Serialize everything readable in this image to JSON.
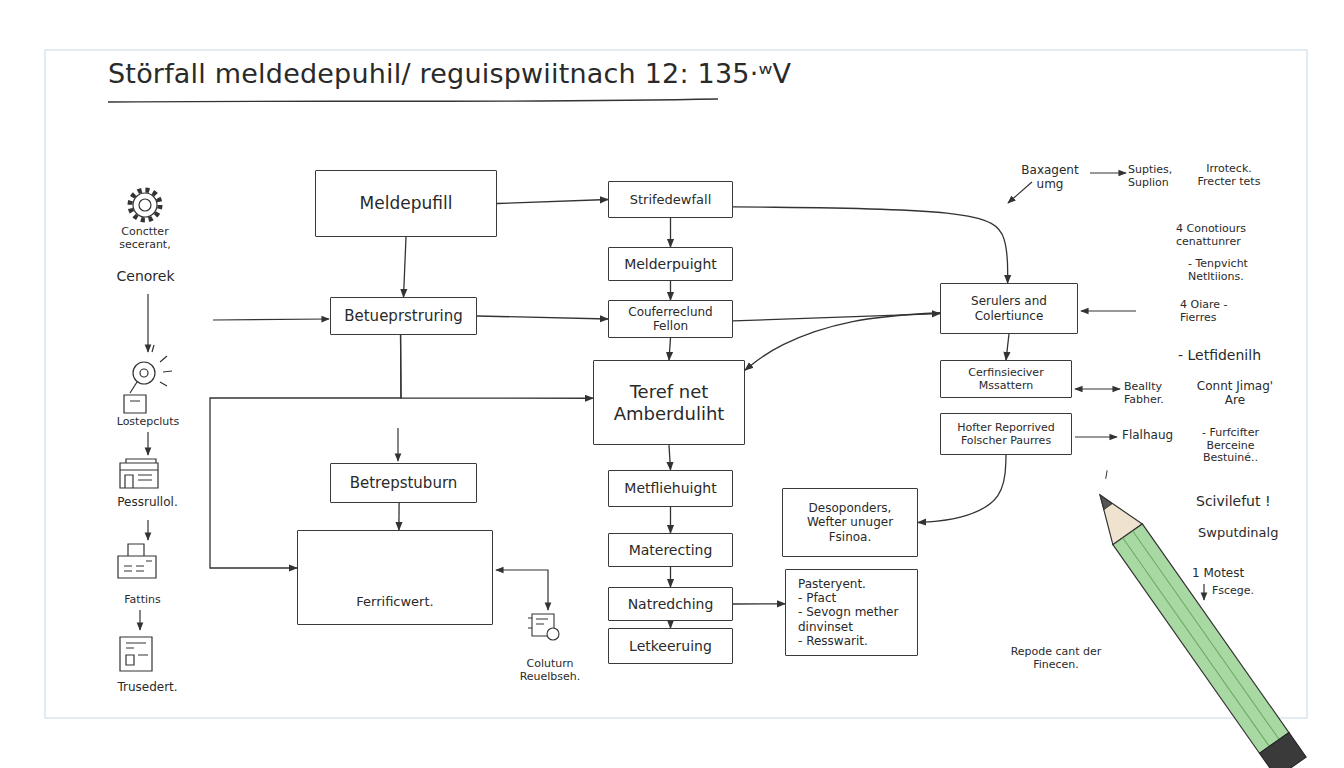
{
  "diagram": {
    "title": "Störfall meldedepuhil/ reguispwiitnach 12: 135·ʷV",
    "nodes": [
      {
        "text": [
          "Meldepufill"
        ]
      },
      {
        "text": [
          "Strifedewfall"
        ]
      },
      {
        "text": [
          "Melderpuight"
        ]
      },
      {
        "text": [
          "Betueprstruring"
        ]
      },
      {
        "text": [
          "Couferreclund Fellon"
        ]
      },
      {
        "text": [
          "Teref net Amberduliht"
        ]
      },
      {
        "text": [
          "Serulers and Colertiunce"
        ]
      },
      {
        "text": [
          "Cerfinsieciver Mssattern"
        ]
      },
      {
        "text": [
          "Hofter Reporrived Folscher Paurres"
        ]
      },
      {
        "text": [
          "Betrepstuburn"
        ]
      },
      {
        "text": [
          "Metfliehuight"
        ]
      },
      {
        "text": [
          "Ferrificwert."
        ]
      },
      {
        "text": [
          "Desoponders,",
          "Wefter unuger Fsinoa."
        ]
      },
      {
        "text": [
          "Materecting"
        ]
      },
      {
        "text": [
          "Natredching"
        ]
      },
      {
        "text": [
          "Pasteryent.",
          "- Pfact",
          "- Sevogn mether dinvinset",
          "- Resswarit."
        ]
      },
      {
        "text": [
          "Letkeeruing"
        ]
      }
    ],
    "edges": [
      {
        "from": 0,
        "to": 1,
        "arrow": "to"
      },
      {
        "from": 0,
        "to": 3,
        "arrow": "to"
      },
      {
        "from": 1,
        "to": 2,
        "arrow": "to"
      },
      {
        "from": 2,
        "to": 4,
        "arrow": "to"
      },
      {
        "from": 3,
        "to": 4,
        "arrow": "to"
      },
      {
        "from": 4,
        "to": 5,
        "arrow": "to"
      },
      {
        "from": 4,
        "to": 6,
        "arrow": "to"
      },
      {
        "from": 1,
        "to": 6,
        "arrow": "to"
      },
      {
        "from": 6,
        "to": 5,
        "arrow": "to"
      },
      {
        "from": 6,
        "to": 7,
        "arrow": "to"
      },
      {
        "from": 8,
        "to": 12,
        "arrow": "to"
      },
      {
        "from": 3,
        "to": 5,
        "arrow": "to"
      },
      {
        "from": 3,
        "to": 11,
        "arrow": "to"
      },
      {
        "from": 9,
        "to": 11,
        "arrow": "to"
      },
      {
        "from": 5,
        "to": 10,
        "arrow": "to"
      },
      {
        "from": 10,
        "to": 13,
        "arrow": "to"
      },
      {
        "from": 13,
        "to": 14,
        "arrow": "to"
      },
      {
        "from": 14,
        "to": 16,
        "arrow": "to"
      },
      {
        "from": 14,
        "to": 15,
        "arrow": "to"
      }
    ],
    "labels": [
      "Conctter secerant,",
      "Cenorek",
      "Lostepcluts",
      "Pessrullol.",
      "Fattins",
      "Trusedert.",
      "Coluturn Reuelbseh.",
      "Baxagent umg",
      "Supties, Suplion",
      "Irroteck. Frecter tets",
      "4 Conotiours cenattunrer",
      "- Tenpvicht Netltiions.",
      "4 Oiare - Fierres",
      "- Letfidenilh",
      "Beallty Fabher.",
      "Connt Jimag' Are",
      "Flalhaug",
      "- Furfcifter Berceine Bestuiné..",
      "Scivilefut !",
      "Swputdinalg",
      "1 Motest",
      "Fscege.",
      "Repode cant der Finecen."
    ]
  }
}
